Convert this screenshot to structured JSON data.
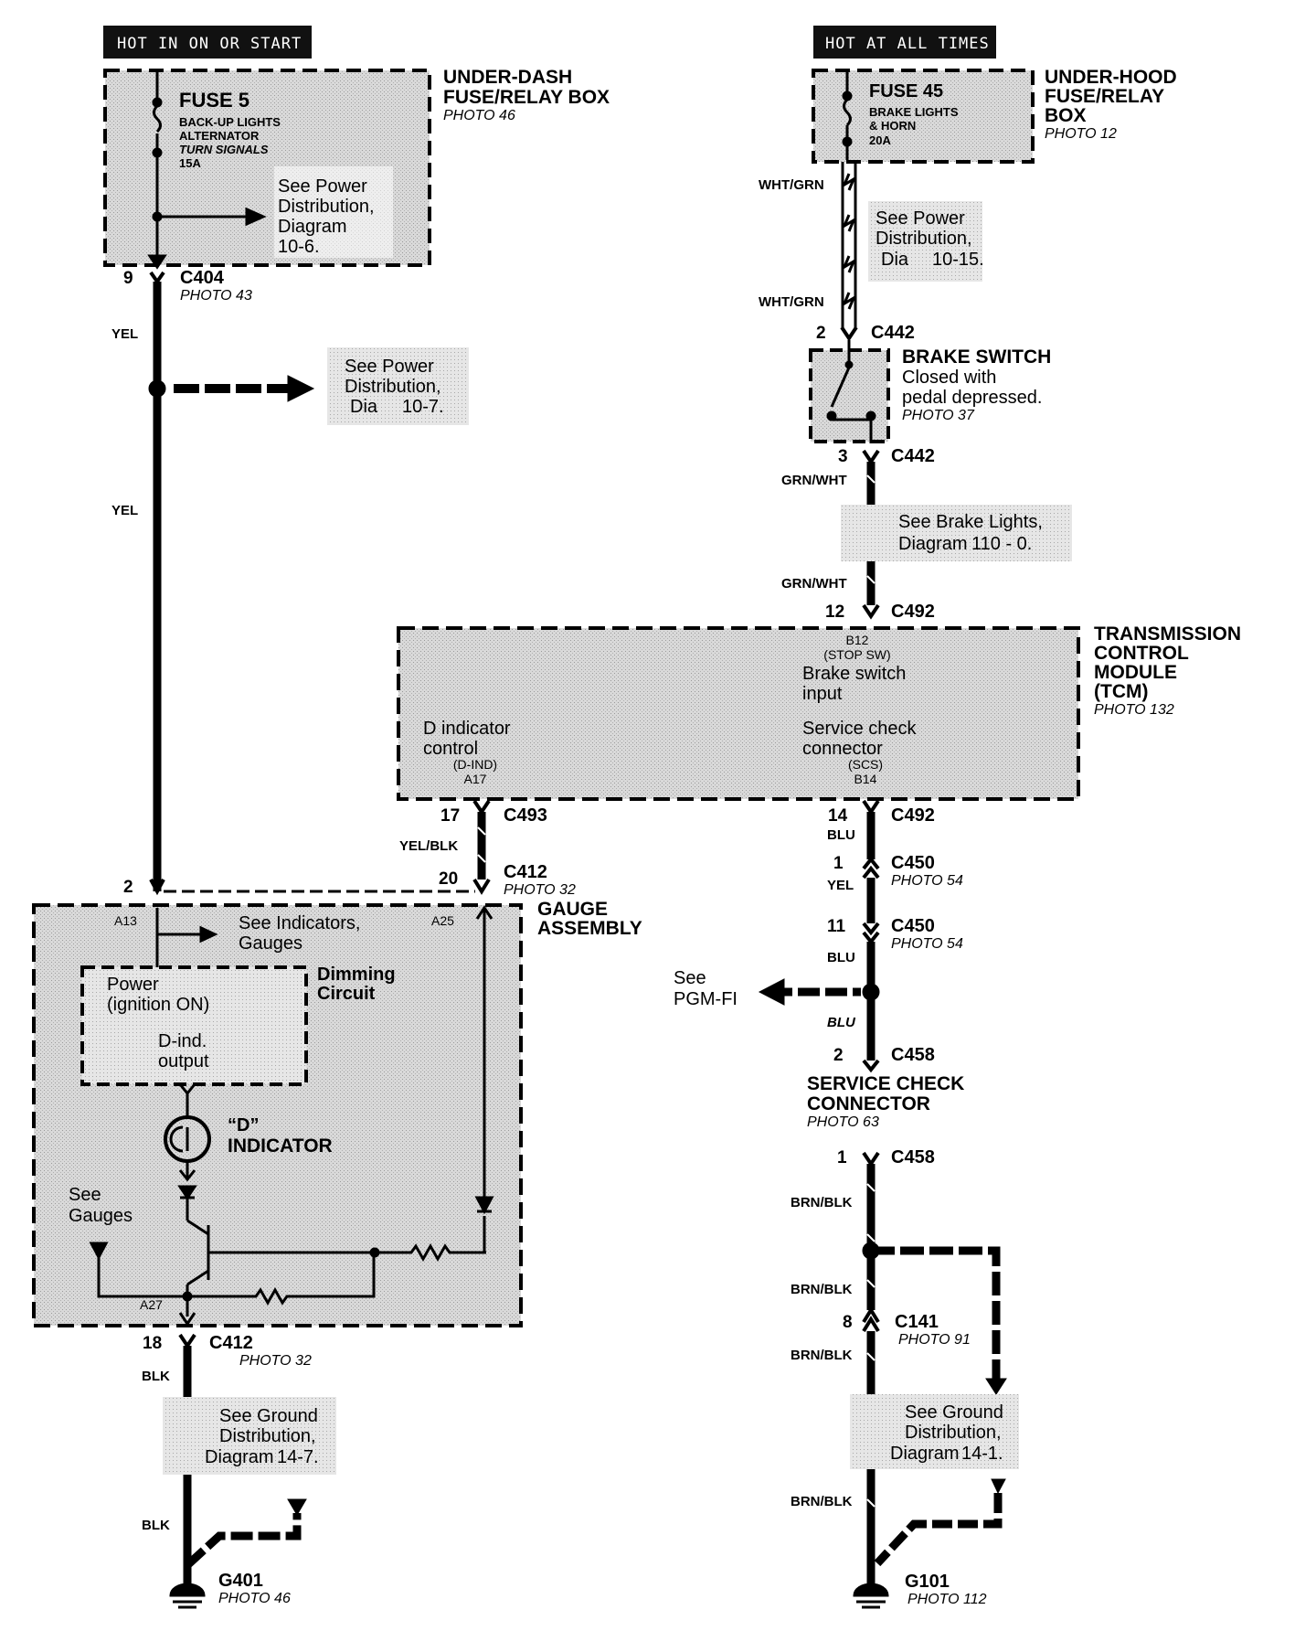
{
  "hot_labels": {
    "left": "HOT IN ON OR START",
    "right": "HOT AT ALL TIMES"
  },
  "under_dash_box": {
    "title_line1": "UNDER-DASH",
    "title_line2": "FUSE/RELAY BOX",
    "photo": "PHOTO 46",
    "fuse_name": "FUSE 5",
    "fuse_line1": "BACK-UP LIGHTS",
    "fuse_line2": "ALTERNATOR",
    "fuse_line3": "TURN SIGNALS",
    "fuse_rating": "15A",
    "note_line1": "See Power",
    "note_line2": "Distribution,",
    "note_line3": "Diagram",
    "note_line4": "10-6."
  },
  "under_hood_box": {
    "title_line1": "UNDER-HOOD",
    "title_line2": "FUSE/RELAY",
    "title_line3": "BOX",
    "photo": "PHOTO 12",
    "fuse_name": "FUSE 45",
    "fuse_line1": "BRAKE LIGHTS",
    "fuse_line2": "& HORN",
    "fuse_rating": "20A"
  },
  "left_branch": {
    "c404_pin": "9",
    "c404": "C404",
    "c404_photo": "PHOTO 43",
    "wire1": "YEL",
    "wire2": "YEL",
    "note_line1": "See Power",
    "note_line2": "Distribution,",
    "note_line3": "Dia",
    "note_line3b": "10-7."
  },
  "right_top": {
    "wire1": "WHT/GRN",
    "wire2": "WHT/GRN",
    "note_line1": "See Power",
    "note_line2": "Distribution,",
    "note_line3": "Dia",
    "note_line3b": "10-15.",
    "c442_pin_top": "2",
    "c442_top": "C442",
    "c442_pin_bottom": "3",
    "c442_bottom": "C442",
    "wire3": "GRN/WHT",
    "wire4": "GRN/WHT",
    "brake_note_line1": "See Brake Lights,",
    "brake_note_line2": "Diagram",
    "brake_note_line2b": "110 - 0.",
    "c492_pin_top": "12",
    "c492_top": "C492"
  },
  "brake_switch": {
    "title": "BRAKE SWITCH",
    "desc_line1": "Closed with",
    "desc_line2": "pedal depressed.",
    "photo": "PHOTO 37"
  },
  "tcm": {
    "title_line1": "TRANSMISSION",
    "title_line2": "CONTROL",
    "title_line3": "MODULE",
    "title_line4": "(TCM)",
    "photo": "PHOTO 132",
    "b12_pin": "B12",
    "b12_name": "(STOP SW)",
    "b12_line1": "Brake switch",
    "b12_line2": "input",
    "scs_line1": "Service check",
    "scs_line2": "connector",
    "scs_name": "(SCS)",
    "scs_pin": "B14",
    "dind_line1": "D indicator",
    "dind_line2": "control",
    "dind_name": "(D-IND)",
    "dind_pin": "A17"
  },
  "middle": {
    "c493_pin": "17",
    "c493": "C493",
    "wire": "YEL/BLK",
    "c412_pin": "20",
    "c412": "C412",
    "c412_photo": "PHOTO 32",
    "left_pin": "2"
  },
  "right_lower": {
    "c492_pin": "14",
    "c492": "C492",
    "wire1": "BLU",
    "c450a_pin": "1",
    "c450a": "C450",
    "c450a_photo": "PHOTO 54",
    "wire2": "YEL",
    "c450b_pin": "11",
    "c450b": "C450",
    "c450b_photo": "PHOTO 54",
    "wire3": "BLU",
    "pgm_line1": "See",
    "pgm_line2": "PGM-FI",
    "wire4": "BLU",
    "c458_pin_top": "2",
    "c458_top": "C458",
    "scc_line1": "SERVICE CHECK",
    "scc_line2": "CONNECTOR",
    "scc_photo": "PHOTO 63",
    "c458_pin_bottom": "1",
    "c458_bottom": "C458",
    "wire5": "BRN/BLK",
    "wire6": "BRN/BLK",
    "c141_pin": "8",
    "c141": "C141",
    "c141_photo": "PHOTO 91",
    "wire7": "BRN/BLK",
    "ground_note_line1": "See Ground",
    "ground_note_line2": "Distribution,",
    "ground_note_line3": "Diagram",
    "ground_note_line3b": "14-1.",
    "wire8": "BRN/BLK",
    "g101": "G101",
    "g101_photo": "PHOTO 112"
  },
  "gauge": {
    "title_line1": "GAUGE",
    "title_line2": "ASSEMBLY",
    "a13": "A13",
    "a25": "A25",
    "a27": "A27",
    "ind_note_line1": "See Indicators,",
    "ind_note_line2": "Gauges",
    "dim_line1": "Dimming",
    "dim_line2": "Circuit",
    "power_line1": "Power",
    "power_line2": "(ignition ON)",
    "dind_line1": "D-ind.",
    "dind_line2": "output",
    "indicator_line1": "“D”",
    "indicator_line2": "INDICATOR",
    "gauges_line1": "See",
    "gauges_line2": "Gauges"
  },
  "left_bottom": {
    "c412_pin": "18",
    "c412": "C412",
    "c412_photo": "PHOTO 32",
    "wire1": "BLK",
    "note_line1": "See Ground",
    "note_line2": "Distribution,",
    "note_line3": "Diagram",
    "note_line3b": "14-7.",
    "wire2": "BLK",
    "g401": "G401",
    "g401_photo": "PHOTO 46"
  }
}
